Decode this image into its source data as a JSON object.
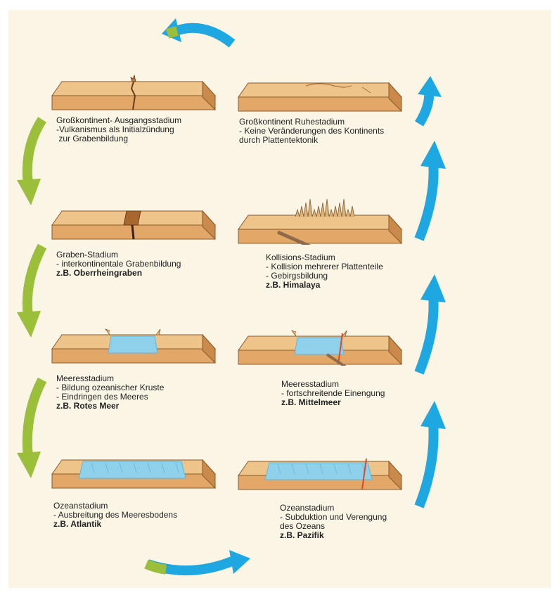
{
  "stages": [
    {
      "id": "grosskontinent-ausgang",
      "lines": [
        "Großkontinent- Ausgangsstadium",
        "-Vulkanismus als Initialzündung",
        " zur Grabenbildung"
      ],
      "example": ""
    },
    {
      "id": "grosskontinent-ruhe",
      "lines": [
        "Großkontinent Ruhestadium",
        "- Keine Veränderungen des Kontinents",
        "durch Plattentektonik"
      ],
      "example": ""
    },
    {
      "id": "graben",
      "lines": [
        "Graben-Stadium",
        "- interkontinentale Grabenbildung"
      ],
      "example": "z.B. Oberrheingraben"
    },
    {
      "id": "kollision",
      "lines": [
        "Kollisions-Stadium",
        "- Kollision mehrerer Plattenteile",
        "- Gebirgsbildung"
      ],
      "example": "z.B. Himalaya"
    },
    {
      "id": "meer-links",
      "lines": [
        "Meeresstadium",
        "- Bildung ozeanischer Kruste",
        "- Eindringen des Meeres"
      ],
      "example": "z.B. Rotes Meer"
    },
    {
      "id": "meer-rechts",
      "lines": [
        "Meeresstadium",
        "- fortschreitende Einengung"
      ],
      "example": "z.B. Mittelmeer"
    },
    {
      "id": "ozean-links",
      "lines": [
        "Ozeanstadium",
        "- Ausbreitung des Meeresbodens"
      ],
      "example": "z.B. Atlantik"
    },
    {
      "id": "ozean-rechts",
      "lines": [
        "Ozeanstadium",
        "- Subduktion und Verengung",
        "des Ozeans"
      ],
      "example": "z.B. Pazifik"
    }
  ],
  "colors": {
    "background": "#fbf5e6",
    "crust_top": "#efc48a",
    "crust_front": "#e3a867",
    "crust_side": "#c98a4c",
    "ocean": "#8fd0ea",
    "ocean_dark": "#5fb6dc",
    "magma": "#d84a2a",
    "arrow_green": "#9bbf3a",
    "arrow_blue": "#1ea7e0"
  }
}
